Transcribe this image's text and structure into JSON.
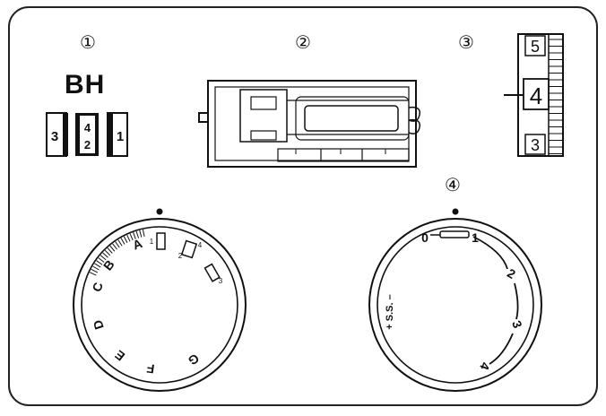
{
  "callouts": [
    "①",
    "②",
    "③",
    "④"
  ],
  "buttonhole": {
    "title": "BH",
    "box_left": "3",
    "box_mid_top": "4",
    "box_mid_bottom": "2",
    "box_right": "1"
  },
  "scale": {
    "top": "5",
    "middle": "4",
    "bottom": "3"
  },
  "pattern_dial": {
    "letters": [
      "A",
      "B",
      "C",
      "D",
      "E",
      "F",
      "G"
    ],
    "mini_symbols": [
      "1",
      "2",
      "4",
      "3"
    ]
  },
  "length_dial": {
    "labels": [
      "0",
      "1",
      "2",
      "3",
      "4"
    ],
    "ss_label": "+ S.S. –"
  }
}
